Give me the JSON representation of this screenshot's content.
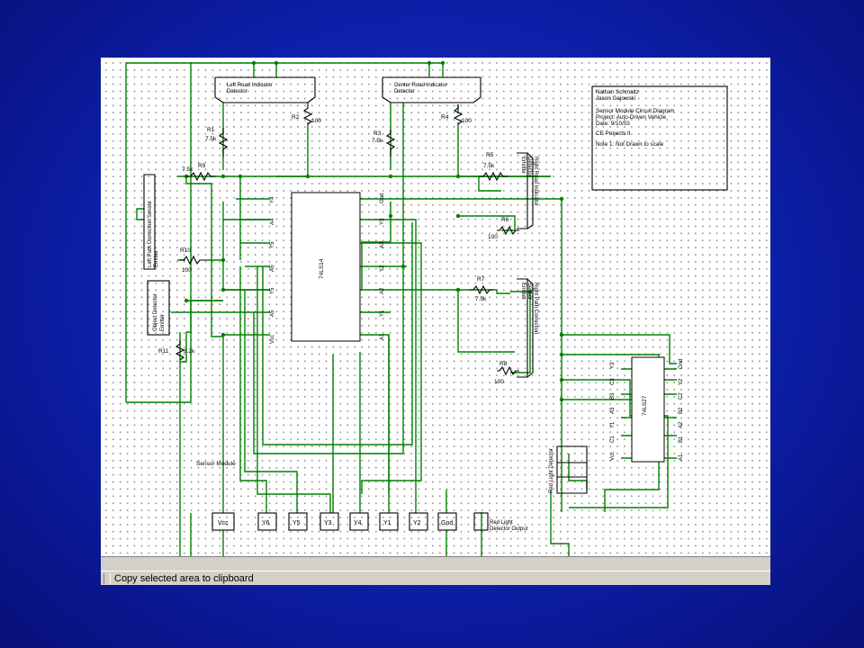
{
  "status_bar": {
    "message": "Copy selected area to clipboard"
  },
  "title_block": {
    "lines": [
      "Nathan Schmaltz",
      "Jason Gajowski",
      "",
      "Sensor Module Circuit Diagram",
      "Project: Auto-Driven Vehicle",
      "Date: 9/10/03",
      "",
      "CE Projects II",
      "",
      "Note 1: Not Drawn to scale"
    ]
  },
  "detectors": {
    "left_road": [
      "Left Road Indicator",
      "Detector"
    ],
    "center_road": [
      "Center Road Indicator",
      "Detector"
    ],
    "right_road": [
      "Right Road Indicator",
      "Detector",
      "Emitter"
    ],
    "right_path": [
      "Right Path Correction",
      "Sensor",
      "Emitter"
    ],
    "left_path": [
      "Left Path Correction Sensor",
      "Emitter"
    ],
    "object": [
      "Object Detector",
      "Emitter"
    ],
    "red_light": "Red Light Detector",
    "red_light_output": [
      "Red Light",
      "Detector Output"
    ]
  },
  "resistors": [
    {
      "name": "R1",
      "value": "7.5k"
    },
    {
      "name": "R2",
      "value": "100"
    },
    {
      "name": "R3",
      "value": "7.5k"
    },
    {
      "name": "R4",
      "value": "100"
    },
    {
      "name": "R5",
      "value": "7.5k"
    },
    {
      "name": "R6",
      "value": "100"
    },
    {
      "name": "R7",
      "value": "7.5k"
    },
    {
      "name": "R8",
      "value": "100"
    },
    {
      "name": "R9",
      "value": "7.5k"
    },
    {
      "name": "R10",
      "value": "100"
    },
    {
      "name": "R11",
      "value": "8.2k"
    }
  ],
  "chip_74ls14": {
    "label": "74LS14",
    "left_pins": [
      "Y4",
      "A4",
      "Y5",
      "A5",
      "Y5",
      "A5",
      "Vcc"
    ],
    "right_pins": [
      "Gnd",
      "Y3",
      "A3",
      "Y2",
      "A2",
      "Y1",
      "A1"
    ]
  },
  "chip_74ls27": {
    "label": "74LS27",
    "left_pins": [
      "Y3",
      "C3",
      "B3",
      "A3",
      "Y1",
      "C1",
      "Vcc"
    ],
    "right_pins": [
      "Gnd",
      "Y2",
      "C2",
      "B2",
      "A2",
      "B1",
      "A1"
    ]
  },
  "module_label": "Sensor Module",
  "outputs": [
    "Vcc",
    "Y6",
    "Y5",
    "Y3",
    "Y4",
    "Y1",
    "Y2",
    "Gnd"
  ]
}
